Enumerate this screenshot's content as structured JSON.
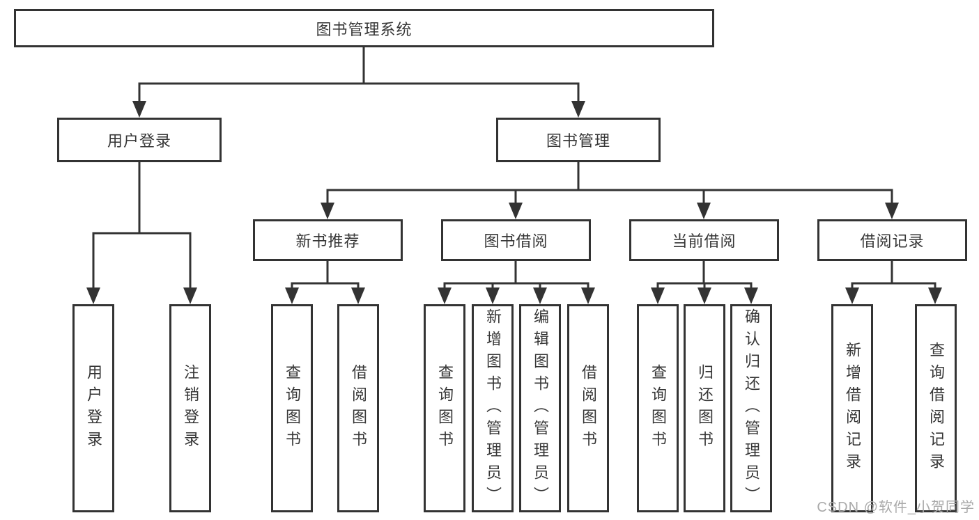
{
  "diagram": {
    "root": {
      "label": "图书管理系统"
    },
    "branches": [
      {
        "label": "用户登录",
        "children": [
          {
            "label": "用户登录"
          },
          {
            "label": "注销登录"
          }
        ]
      },
      {
        "label": "图书管理",
        "children": [
          {
            "label": "新书推荐",
            "children": [
              {
                "label": "查询图书"
              },
              {
                "label": "借阅图书"
              }
            ]
          },
          {
            "label": "图书借阅",
            "children": [
              {
                "label": "查询图书"
              },
              {
                "label": "新增图书（管理员）"
              },
              {
                "label": "编辑图书（管理员）"
              },
              {
                "label": "借阅图书"
              }
            ]
          },
          {
            "label": "当前借阅",
            "children": [
              {
                "label": "查询图书"
              },
              {
                "label": "归还图书"
              },
              {
                "label": "确认归还（管理员）"
              }
            ]
          },
          {
            "label": "借阅记录",
            "children": [
              {
                "label": "新增借阅记录"
              },
              {
                "label": "查询借阅记录"
              }
            ]
          }
        ]
      }
    ]
  },
  "watermark": {
    "text": "CSDN @软件_小贺同学"
  },
  "colors": {
    "line": "#333333",
    "box_border": "#333333",
    "text": "#363636",
    "watermark": "#a9a9a9",
    "background": "#ffffff"
  }
}
